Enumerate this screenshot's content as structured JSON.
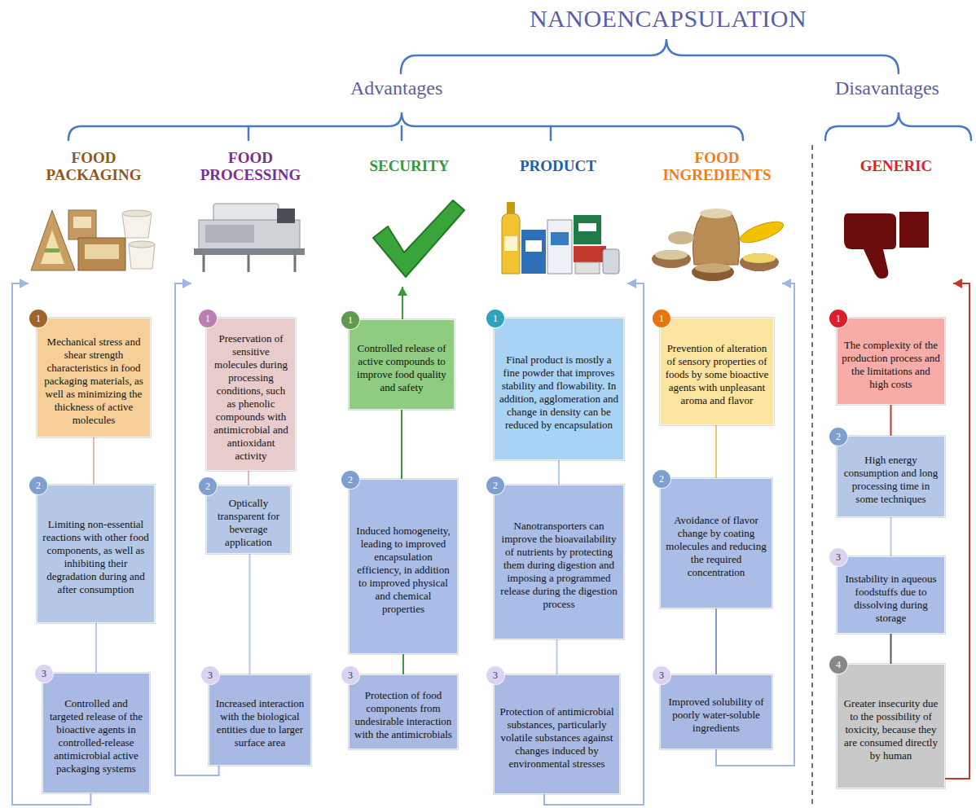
{
  "diagram": {
    "title": "NANOENCAPSULATION",
    "nodes": [
      {
        "text": [
          "FOOD PACKAGING"
        ]
      },
      {
        "text": [
          "Mechanical stress and shear strength characteristics in food packaging materials, as well as minimizing the thickness of active molecules"
        ]
      },
      {
        "text": [
          "Limiting non-essential reactions with other food components, as well as inhibiting their degradation during and after consumption"
        ]
      },
      {
        "text": [
          "Controlled and targeted release of the bioactive agents in controlled-release antimicrobial active packaging systems"
        ]
      },
      {
        "text": [
          "FOOD PROCESSING"
        ]
      },
      {
        "text": [
          "Preservation of sensitive molecules during processing conditions, such as phenolic compounds with antimicrobial and antioxidant activity"
        ]
      },
      {
        "text": [
          "Optically transparent for beverage application"
        ]
      },
      {
        "text": [
          "Increased interaction with the biological entities due to larger surface area"
        ]
      },
      {
        "text": [
          "SECURITY"
        ]
      },
      {
        "text": [
          "Controlled release of active compounds to improve food quality and safety"
        ]
      },
      {
        "text": [
          "Induced homogeneity, leading to improved encapsulation efficiency, in addition to improved physical and chemical properties"
        ]
      },
      {
        "text": [
          "Protection of food components from undesirable interaction with the antimicrobials"
        ]
      },
      {
        "text": [
          "PRODUCT"
        ]
      },
      {
        "text": [
          "Final product is mostly a fine powder that improves stability and flowability. In addition, agglomeration and change in density can be reduced by encapsulation"
        ]
      },
      {
        "text": [
          "Nanotransporters can improve the bioavailability of nutrients by protecting them during digestion and imposing a programmed release during the digestion process"
        ]
      },
      {
        "text": [
          "Protection of antimicrobial substances, particularly volatile substances against changes induced by environmental stresses"
        ]
      },
      {
        "text": [
          "FOOD INGREDIENTS"
        ]
      },
      {
        "text": [
          "Prevention of alteration of sensory properties of foods by some bioactive agents with unpleasant aroma and flavor"
        ]
      },
      {
        "text": [
          "Avoidance of flavor change by coating molecules and reducing the required concentration"
        ]
      },
      {
        "text": [
          "Improved solubility of poorly water-soluble ingredients"
        ]
      },
      {
        "text": [
          "GENERIC"
        ]
      },
      {
        "text": [
          "The complexity of the production process and the limitations and high costs"
        ]
      },
      {
        "text": [
          "High energy consumption and long processing time in some techniques"
        ]
      },
      {
        "text": [
          "Instability in aqueous foodstuffs due to dissolving during storage"
        ]
      },
      {
        "text": [
          "Greater insecurity due to the possibility of toxicity, because they are consumed directly by human"
        ]
      }
    ],
    "edges": [
      {
        "from": 1,
        "to": 2,
        "arrow": "none"
      },
      {
        "from": 2,
        "to": 3,
        "arrow": "none"
      },
      {
        "from": 3,
        "to": 0,
        "arrow": "to"
      },
      {
        "from": 5,
        "to": 6,
        "arrow": "none"
      },
      {
        "from": 6,
        "to": 7,
        "arrow": "none"
      },
      {
        "from": 7,
        "to": 4,
        "arrow": "to"
      },
      {
        "from": 9,
        "to": 8,
        "arrow": "to"
      },
      {
        "from": 9,
        "to": 10,
        "arrow": "none"
      },
      {
        "from": 10,
        "to": 11,
        "arrow": "none"
      },
      {
        "from": 13,
        "to": 14,
        "arrow": "none"
      },
      {
        "from": 14,
        "to": 15,
        "arrow": "none"
      },
      {
        "from": 15,
        "to": 12,
        "arrow": "to"
      },
      {
        "from": 17,
        "to": 18,
        "arrow": "none"
      },
      {
        "from": 18,
        "to": 19,
        "arrow": "none"
      },
      {
        "from": 19,
        "to": 16,
        "arrow": "to"
      },
      {
        "from": 21,
        "to": 22,
        "arrow": "none"
      },
      {
        "from": 22,
        "to": 23,
        "arrow": "none"
      },
      {
        "from": 23,
        "to": 24,
        "arrow": "none"
      },
      {
        "from": 24,
        "to": 20,
        "arrow": "to"
      }
    ],
    "labels": [
      "Advantages",
      "Disavantages",
      "1",
      "2",
      "3",
      "1",
      "2",
      "3",
      "1",
      "2",
      "3",
      "1",
      "2",
      "3",
      "1",
      "2",
      "3",
      "1",
      "2",
      "3",
      "4"
    ]
  }
}
